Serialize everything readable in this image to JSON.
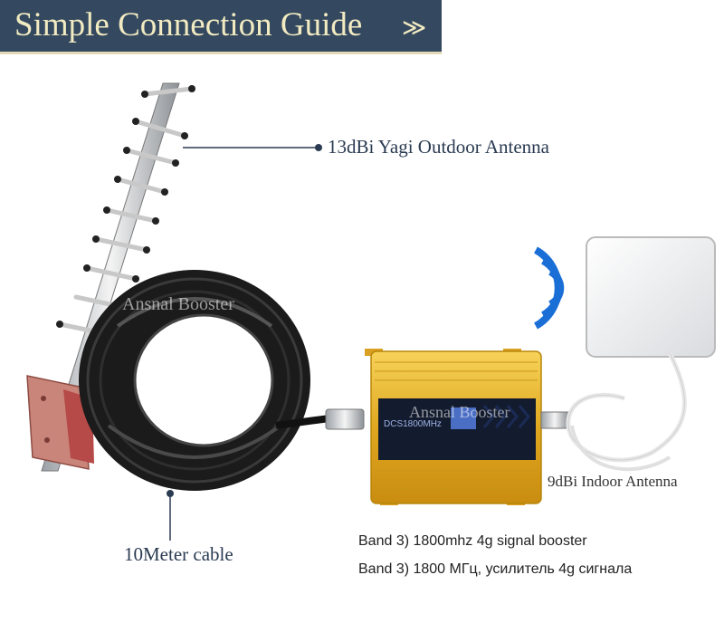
{
  "header": {
    "title": "Simple Connection Guide",
    "arrow": "≫"
  },
  "labels": {
    "yagi": "13dBi Yagi Outdoor Antenna",
    "cable": "10Meter cable",
    "indoor": "9dBi Indoor Antenna",
    "band_en": "Band 3) 1800mhz 4g signal booster",
    "band_ru": "Band 3) 1800 МГц, усилитель 4g сигнала"
  },
  "watermarks": {
    "coil": "Ansnal Booster",
    "booster": "Ansnal Booster"
  },
  "booster_screen": {
    "text": "DCS1800MHz"
  },
  "colors": {
    "header_bg": "#34495f",
    "header_text": "#f2ebc2",
    "label_text": "#2a3b52",
    "wifi": "#1a6fd6",
    "booster_gold": "#e0a820"
  },
  "icons": [
    "wifi-signal-icon"
  ]
}
